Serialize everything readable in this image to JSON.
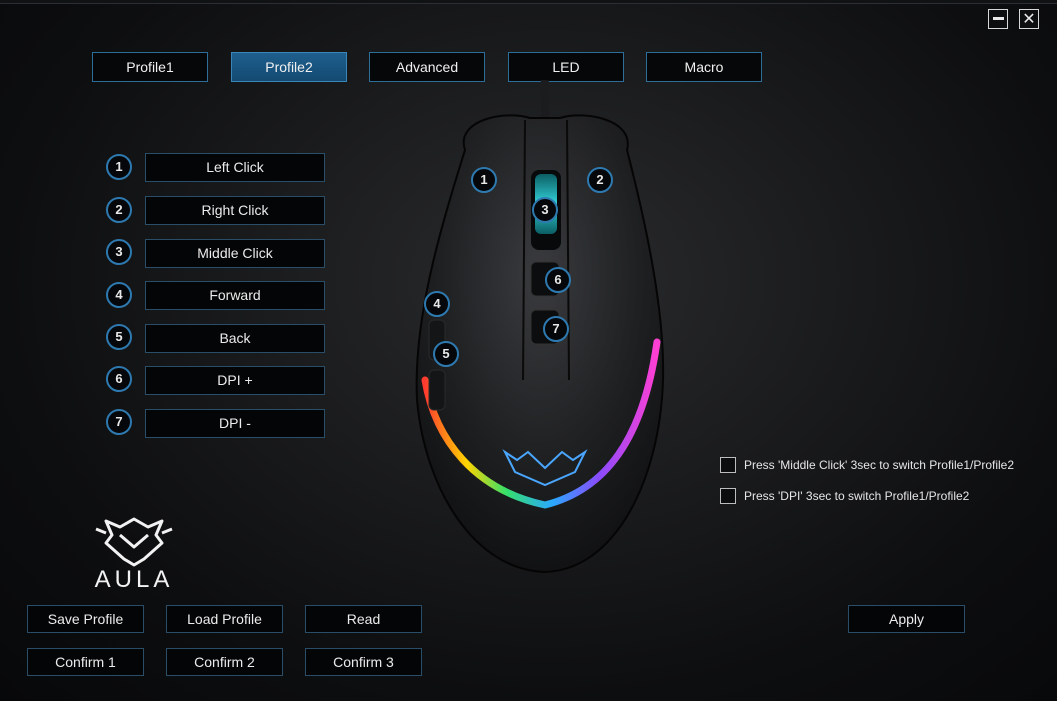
{
  "window": {
    "close_glyph": "✕"
  },
  "tabs": [
    {
      "label": "Profile1",
      "active": false
    },
    {
      "label": "Profile2",
      "active": true
    },
    {
      "label": "Advanced",
      "active": false
    },
    {
      "label": "LED",
      "active": false
    },
    {
      "label": "Macro",
      "active": false
    }
  ],
  "buttons": [
    {
      "num": "1",
      "label": "Left Click"
    },
    {
      "num": "2",
      "label": "Right Click"
    },
    {
      "num": "3",
      "label": "Middle Click"
    },
    {
      "num": "4",
      "label": "Forward"
    },
    {
      "num": "5",
      "label": "Back"
    },
    {
      "num": "6",
      "label": "DPI +"
    },
    {
      "num": "7",
      "label": "DPI -"
    }
  ],
  "mouse_markers": [
    "1",
    "2",
    "3",
    "4",
    "5",
    "6",
    "7"
  ],
  "options": [
    {
      "label": "Press 'Middle Click' 3sec to switch Profile1/Profile2",
      "checked": false
    },
    {
      "label": "Press 'DPI' 3sec to switch Profile1/Profile2",
      "checked": false
    }
  ],
  "bottom": {
    "save_profile": "Save Profile",
    "load_profile": "Load Profile",
    "read": "Read",
    "apply": "Apply",
    "confirm1": "Confirm 1",
    "confirm2": "Confirm 2",
    "confirm3": "Confirm 3"
  },
  "brand": {
    "name": "AULA"
  },
  "colors": {
    "accent": "#2e7ab0",
    "active_tab": "#1a5a87",
    "border": "#2b4e68"
  },
  "icons": {
    "minimize": "minimize-icon",
    "close": "close-icon",
    "logo": "aula-spider-logo-icon"
  }
}
